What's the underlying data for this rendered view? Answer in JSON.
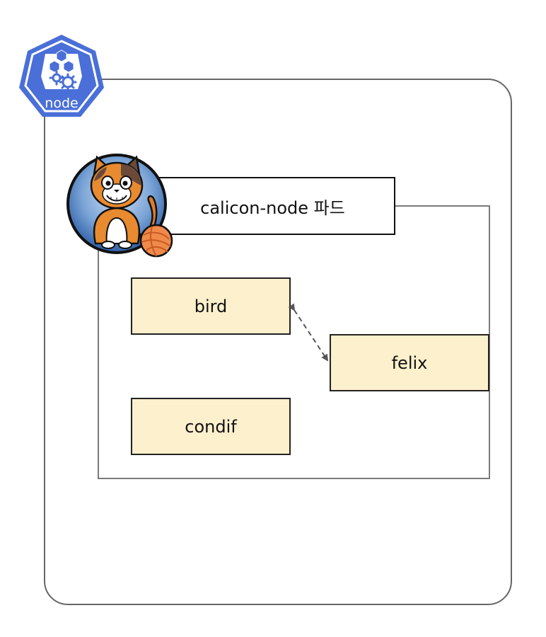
{
  "node": {
    "badge_label": "node",
    "badge_color": "#4a6fd8"
  },
  "pod": {
    "label": "calicon-node 파드"
  },
  "processes": {
    "bird": "bird",
    "felix": "felix",
    "condif": "condif"
  },
  "colors": {
    "process_fill": "#fdf0cc",
    "frame_stroke": "#666666"
  },
  "icons": {
    "node_badge": "kubernetes-node-icon",
    "logo": "calico-cat-logo",
    "connector": "dashed-bidirectional-arrow"
  }
}
